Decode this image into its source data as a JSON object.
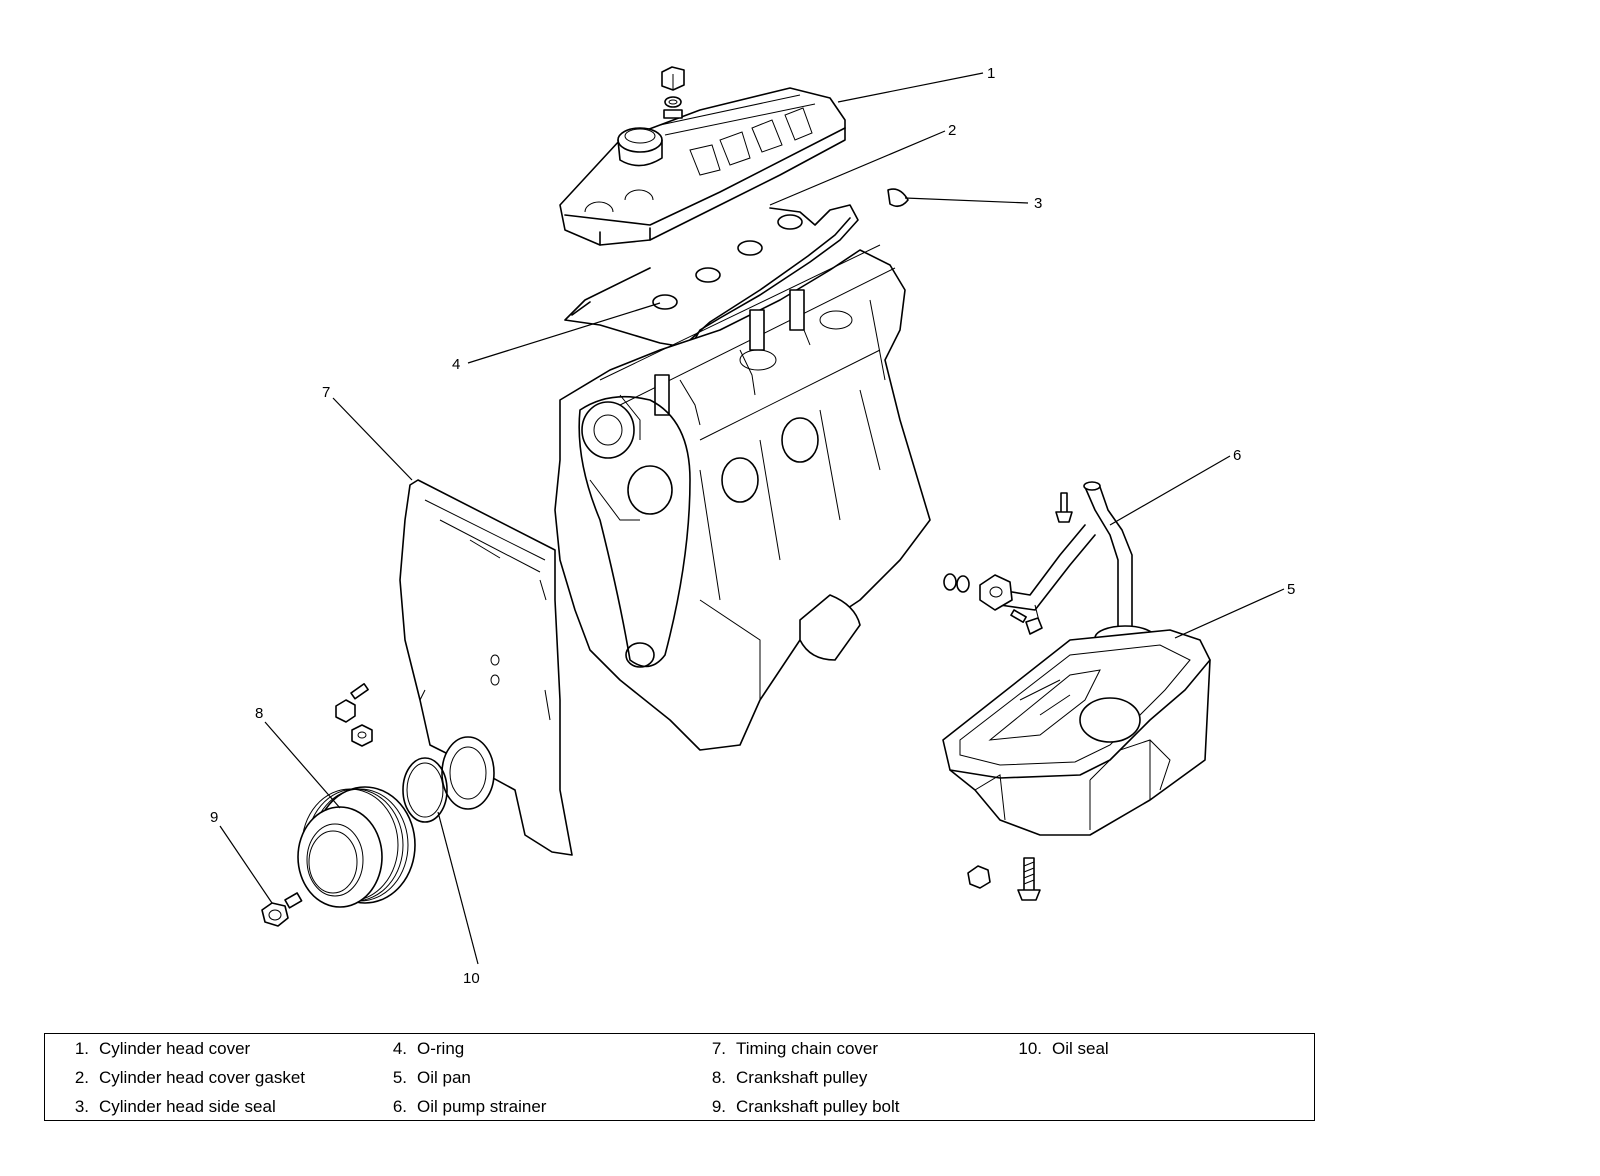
{
  "callouts": [
    "1",
    "2",
    "3",
    "4",
    "5",
    "6",
    "7",
    "8",
    "9",
    "10"
  ],
  "legend": [
    {
      "num": "1.",
      "text": "Cylinder head cover"
    },
    {
      "num": "2.",
      "text": "Cylinder head cover gasket"
    },
    {
      "num": "3.",
      "text": "Cylinder head side seal"
    },
    {
      "num": "4.",
      "text": "O-ring"
    },
    {
      "num": "5.",
      "text": "Oil pan"
    },
    {
      "num": "6.",
      "text": "Oil pump strainer"
    },
    {
      "num": "7.",
      "text": "Timing chain cover"
    },
    {
      "num": "8.",
      "text": "Crankshaft pulley"
    },
    {
      "num": "9.",
      "text": "Crankshaft pulley bolt"
    },
    {
      "num": "10.",
      "text": "Oil seal"
    }
  ]
}
